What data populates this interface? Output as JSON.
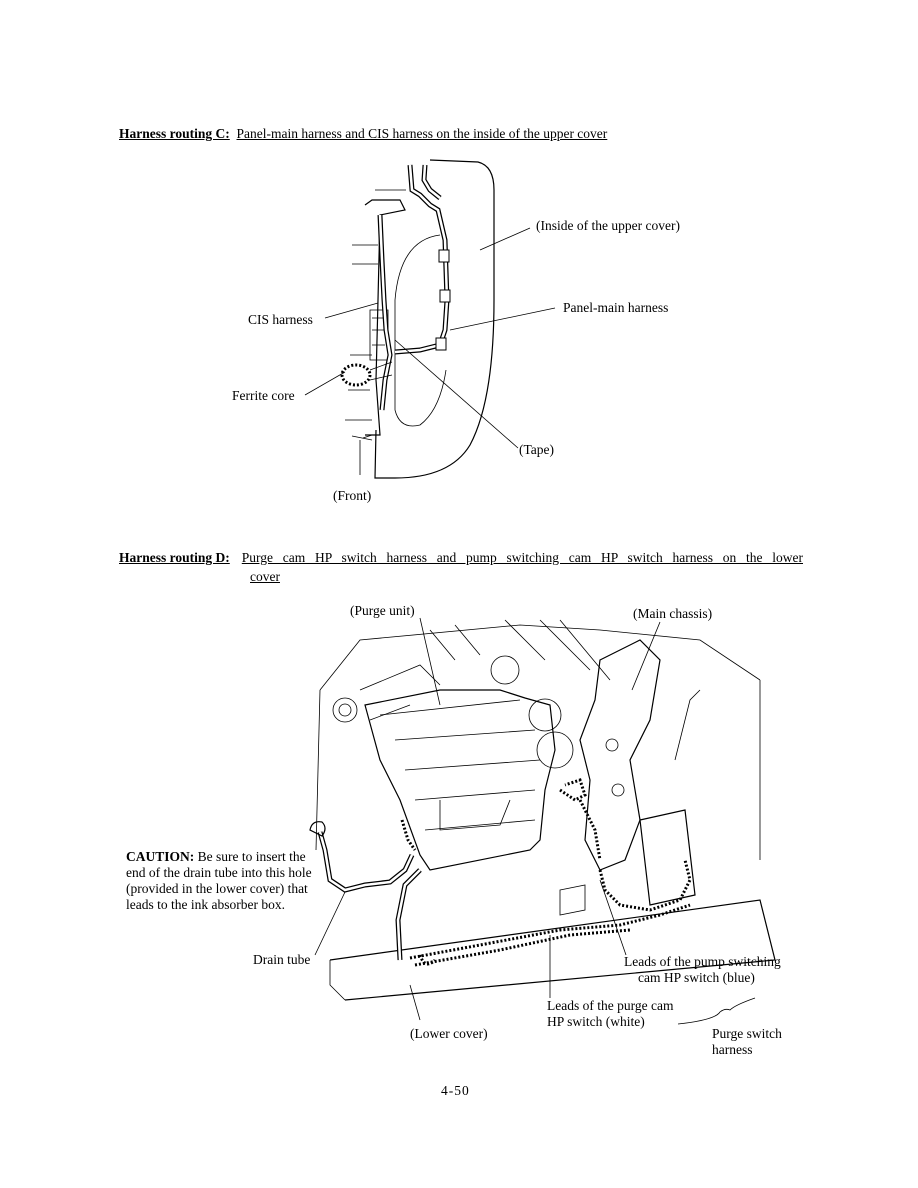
{
  "section_c": {
    "heading_lead": "Harness routing C:",
    "heading_rest": "Panel-main harness and CIS harness on the inside of the upper cover",
    "labels": {
      "inside_upper_cover": "(Inside of the upper cover)",
      "panel_main_harness": "Panel-main harness",
      "cis_harness": "CIS harness",
      "ferrite_core": "Ferrite core",
      "tape": "(Tape)",
      "front": "(Front)"
    }
  },
  "section_d": {
    "heading_lead": "Harness routing D:",
    "heading_rest_line1": "Purge cam HP switch harness and pump switching cam HP switch harness on the lower",
    "heading_rest_line2": "cover",
    "labels": {
      "purge_unit": "(Purge unit)",
      "main_chassis": "(Main chassis)",
      "caution_lead": "CAUTION:",
      "caution_text": "Be sure to insert the end of the drain tube into this hole (provided in the lower cover) that leads to the ink absorber box.",
      "drain_tube": "Drain tube",
      "pump_leads_line1": "Leads of the pump switching",
      "pump_leads_line2": "cam HP switch (blue)",
      "purge_leads_line1": "Leads of the purge cam",
      "purge_leads_line2": "HP switch (white)",
      "lower_cover": "(Lower cover)",
      "purge_switch_harness_line1": "Purge switch",
      "purge_switch_harness_line2": "harness"
    }
  },
  "footer": {
    "page_number": "4-50"
  }
}
